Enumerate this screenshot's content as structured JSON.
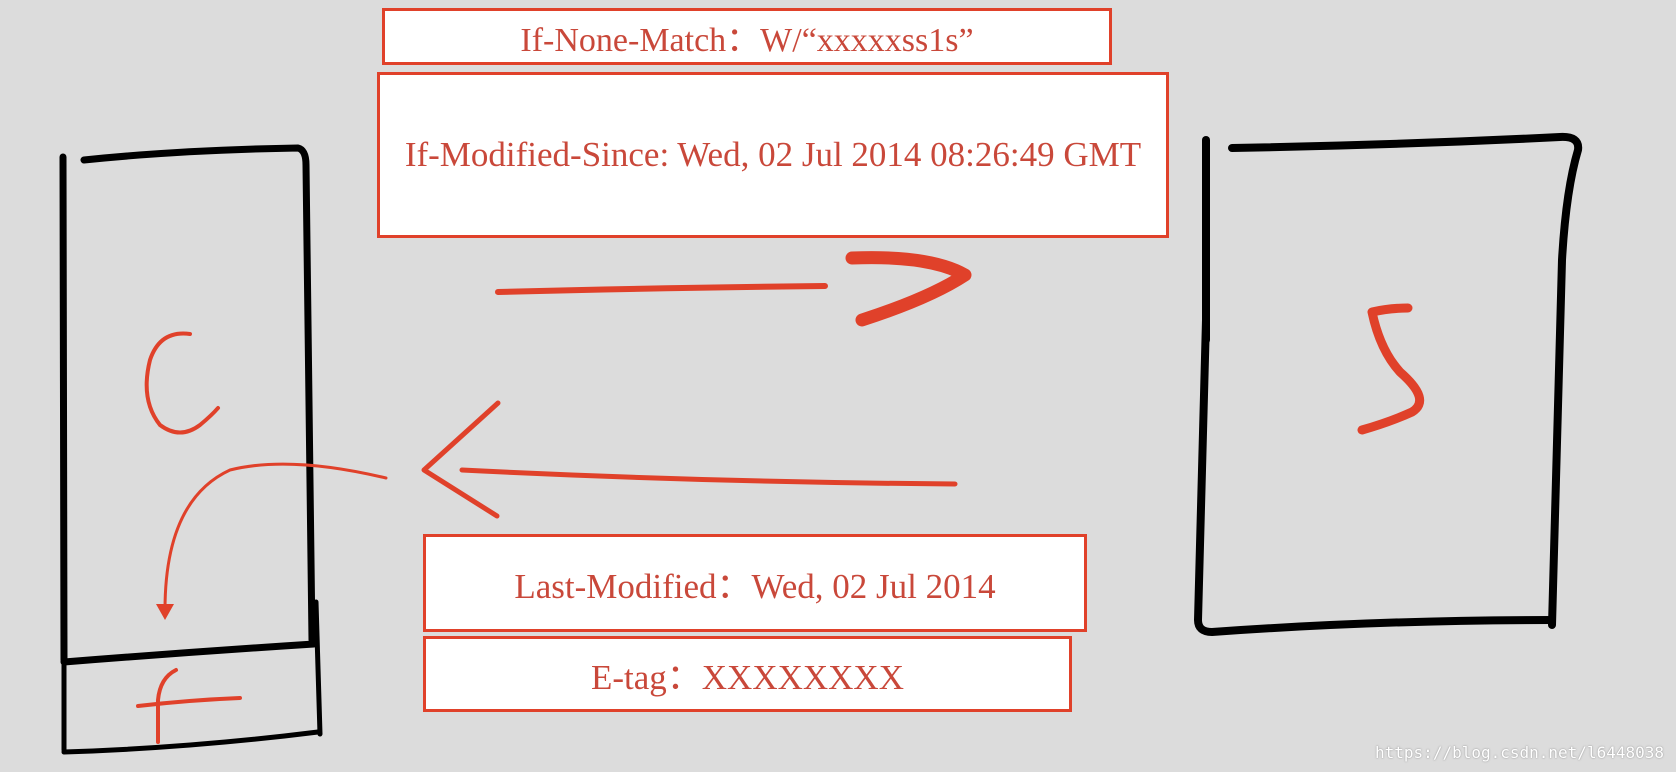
{
  "diagram": {
    "client_letter": "C",
    "client_cache_letter": "F",
    "server_letter": "S",
    "request_headers": {
      "if_none_match": "If-None-Match：W/“xxxxxss1s”",
      "if_modified_since": "If-Modified-Since: Wed, 02 Jul 2014 08:26:49 GMT"
    },
    "response_headers": {
      "last_modified": "Last-Modified：Wed, 02 Jul 2014",
      "etag": "E-tag：XXXXXXXX"
    }
  },
  "watermark": "https://blog.csdn.net/l6448038",
  "colors": {
    "accent": "#e0412a",
    "ink": "#000000",
    "background": "#dcdcdc"
  }
}
